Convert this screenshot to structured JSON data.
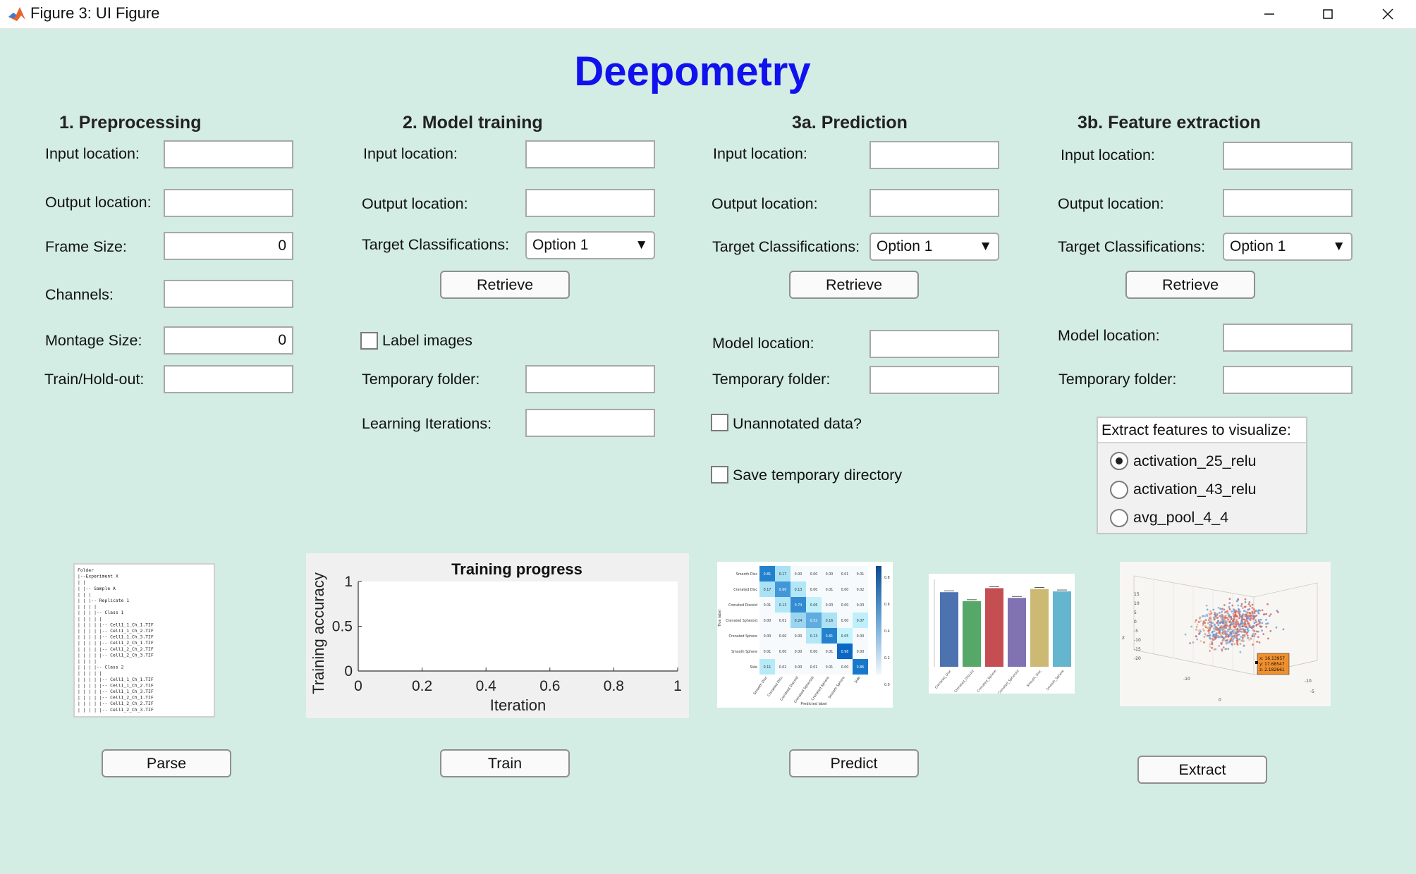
{
  "window": {
    "title": "Figure 3: UI Figure",
    "icon": "matlab-icon",
    "controls": [
      "minimize-icon",
      "maximize-icon",
      "close-icon"
    ]
  },
  "app": {
    "title": "Deepometry"
  },
  "preprocessing": {
    "title": "1. Preprocessing",
    "input_label": "Input location:",
    "input_value": "",
    "output_label": "Output location:",
    "output_value": "",
    "frame_label": "Frame Size:",
    "frame_value": "0",
    "channels_label": "Channels:",
    "channels_value": "",
    "montage_label": "Montage Size:",
    "montage_value": "0",
    "holdout_label": "Train/Hold-out:",
    "holdout_value": "",
    "parse_button": "Parse"
  },
  "training": {
    "title": "2. Model training",
    "input_label": "Input location:",
    "input_value": "",
    "output_label": "Output location:",
    "output_value": "",
    "target_label": "Target Classifications:",
    "target_value": "Option 1",
    "retrieve_button": "Retrieve",
    "label_images": "Label images",
    "label_images_checked": false,
    "temp_label": "Temporary folder:",
    "temp_value": "",
    "iter_label": "Learning Iterations:",
    "iter_value": "",
    "train_button": "Train"
  },
  "prediction": {
    "title": "3a. Prediction",
    "input_label": "Input location:",
    "input_value": "",
    "output_label": "Output location:",
    "output_value": "",
    "target_label": "Target Classifications:",
    "target_value": "Option 1",
    "retrieve_button": "Retrieve",
    "model_label": "Model location:",
    "model_value": "",
    "temp_label": "Temporary folder:",
    "temp_value": "",
    "unannotated": "Unannotated data?",
    "unannotated_checked": false,
    "save_temp": "Save temporary directory",
    "save_temp_checked": false,
    "predict_button": "Predict"
  },
  "extraction": {
    "title": "3b. Feature extraction",
    "input_label": "Input location:",
    "input_value": "",
    "output_label": "Output location:",
    "output_value": "",
    "target_label": "Target Classifications:",
    "target_value": "Option 1",
    "retrieve_button": "Retrieve",
    "model_label": "Model location:",
    "model_value": "",
    "temp_label": "Temporary folder:",
    "temp_value": "",
    "panel_title": "Extract features to visualize:",
    "options": [
      "activation_25_relu",
      "activation_43_relu",
      "avg_pool_4_4"
    ],
    "selected": 0,
    "extract_button": "Extract"
  },
  "folder_tree": {
    "lines": [
      "Folder",
      " |--Experiment X",
      " |    |",
      " |    |-- Sample A",
      " |    |    |",
      " |    |    |-- Replicate 1",
      " |    |    |    |",
      " |    |    |    |-- Class 1",
      " |    |    |    |    |",
      " |    |    |    |    |-- Cell1_1_Ch_1.TIF",
      " |    |    |    |    |-- Cell1_1_Ch_2.TIF",
      " |    |    |    |    |-- Cell1_1_Ch_3.TIF",
      " |    |    |    |    |-- Cell1_2_Ch_1.TIF",
      " |    |    |    |    |-- Cell1_2_Ch_2.TIF",
      " |    |    |    |    |-- Cell1_2_Ch_3.TIF",
      " |    |    |    |",
      " |    |    |    |-- Class 2",
      " |    |    |    |    |",
      " |    |    |    |    |-- Cell1_1_Ch_1.TIF",
      " |    |    |    |    |-- Cell1_1_Ch_2.TIF",
      " |    |    |    |    |-- Cell1_1_Ch_3.TIF",
      " |    |    |    |    |-- Cell1_2_Ch_1.TIF",
      " |    |    |    |    |-- Cell1_2_Ch_2.TIF",
      " |    |    |    |    |-- Cell1_2_Ch_3.TIF"
    ]
  },
  "confusion_matrix": {
    "labels": [
      "Smooth Disc",
      "Crenated Disc",
      "Crenated Discoid",
      "Crenated Spheroid",
      "Crenated Sphere",
      "Smooth Sphere",
      "Side"
    ],
    "values": [
      [
        0.81,
        0.17,
        0.0,
        0.0,
        0.0,
        0.01,
        0.01
      ],
      [
        0.17,
        0.66,
        0.13,
        0.0,
        0.01,
        0.0,
        0.02
      ],
      [
        0.01,
        0.13,
        0.74,
        0.06,
        0.03,
        0.0,
        0.03
      ],
      [
        0.0,
        0.01,
        0.24,
        0.52,
        0.16,
        0.0,
        0.07
      ],
      [
        0.0,
        0.0,
        0.0,
        0.13,
        0.81,
        0.05,
        0.0
      ],
      [
        0.01,
        0.0,
        0.0,
        0.0,
        0.01,
        0.98,
        0.0
      ],
      [
        0.11,
        0.02,
        0.0,
        0.01,
        0.01,
        0.0,
        0.86
      ]
    ],
    "xlabel": "Predicted label",
    "ylabel": "True label",
    "colorbar_ticks": [
      "0.8",
      "0.6",
      "0.4",
      "0.2",
      "0.0"
    ]
  },
  "bar_thumb": {
    "values": [
      0.92,
      0.81,
      0.97,
      0.85,
      0.96,
      0.93
    ],
    "colors": [
      "#4c72b0",
      "#55a868",
      "#c44e52",
      "#8172b2",
      "#ccb974",
      "#64b5cd"
    ],
    "labels": [
      "Crenated_Disc",
      "Crenated_Discoid",
      "Crenated_Sphere",
      "Crenated_Spheroid",
      "Smooth_Disc",
      "Smooth_Sphere"
    ]
  },
  "scatter_tooltip": {
    "x_line": "x: 16.13957",
    "y_line": "y: 17.68547",
    "z_line": "z: 2.182661"
  },
  "scatter_axes": {
    "left_ticks": [
      "15",
      "10",
      "5",
      "0",
      "-5",
      "-10",
      "-15",
      "-20"
    ],
    "left_label": "z",
    "bottom_ticks": [
      "-10",
      "0"
    ],
    "right_ticks": [
      "-10",
      "-5"
    ]
  },
  "chart_data": {
    "type": "line",
    "title": "Training progress",
    "xlabel": "Iteration",
    "ylabel": "Training accuracy",
    "xlim": [
      0,
      1
    ],
    "ylim": [
      0,
      1
    ],
    "xticks": [
      "0",
      "0.2",
      "0.4",
      "0.6",
      "0.8",
      "1"
    ],
    "yticks": [
      "0",
      "0.5",
      "1"
    ],
    "series": []
  }
}
